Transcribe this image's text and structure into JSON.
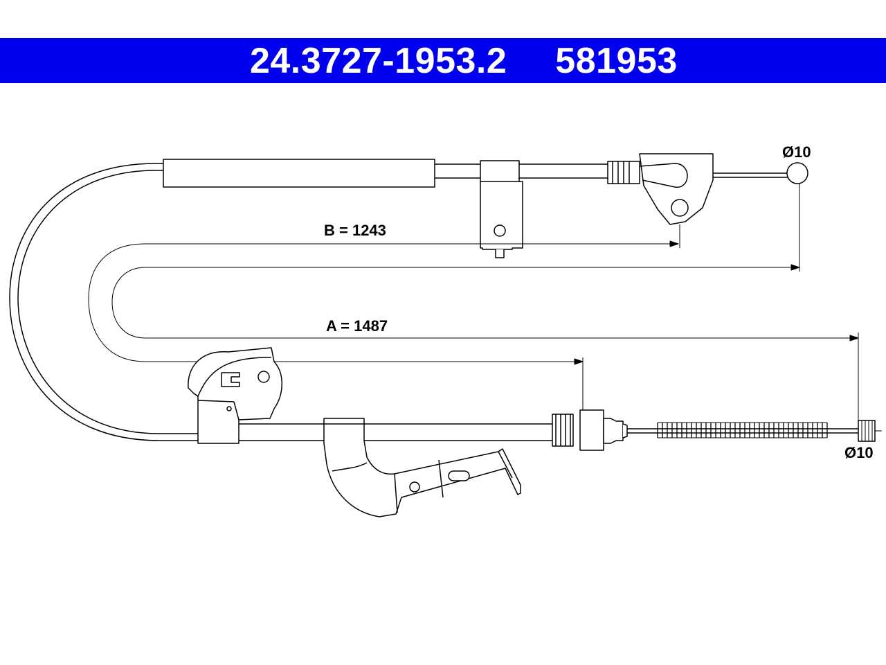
{
  "header": {
    "part_number": "24.3727-1953.2",
    "alt_number": "581953",
    "background": "#0000ee"
  },
  "dimensions": {
    "a_label": "A = 1487",
    "b_label": "B = 1243",
    "top_end_diameter": "Ø10",
    "bottom_end_diameter": "Ø10"
  },
  "colors": {
    "line": "#000000",
    "fill": "#ffffff"
  }
}
